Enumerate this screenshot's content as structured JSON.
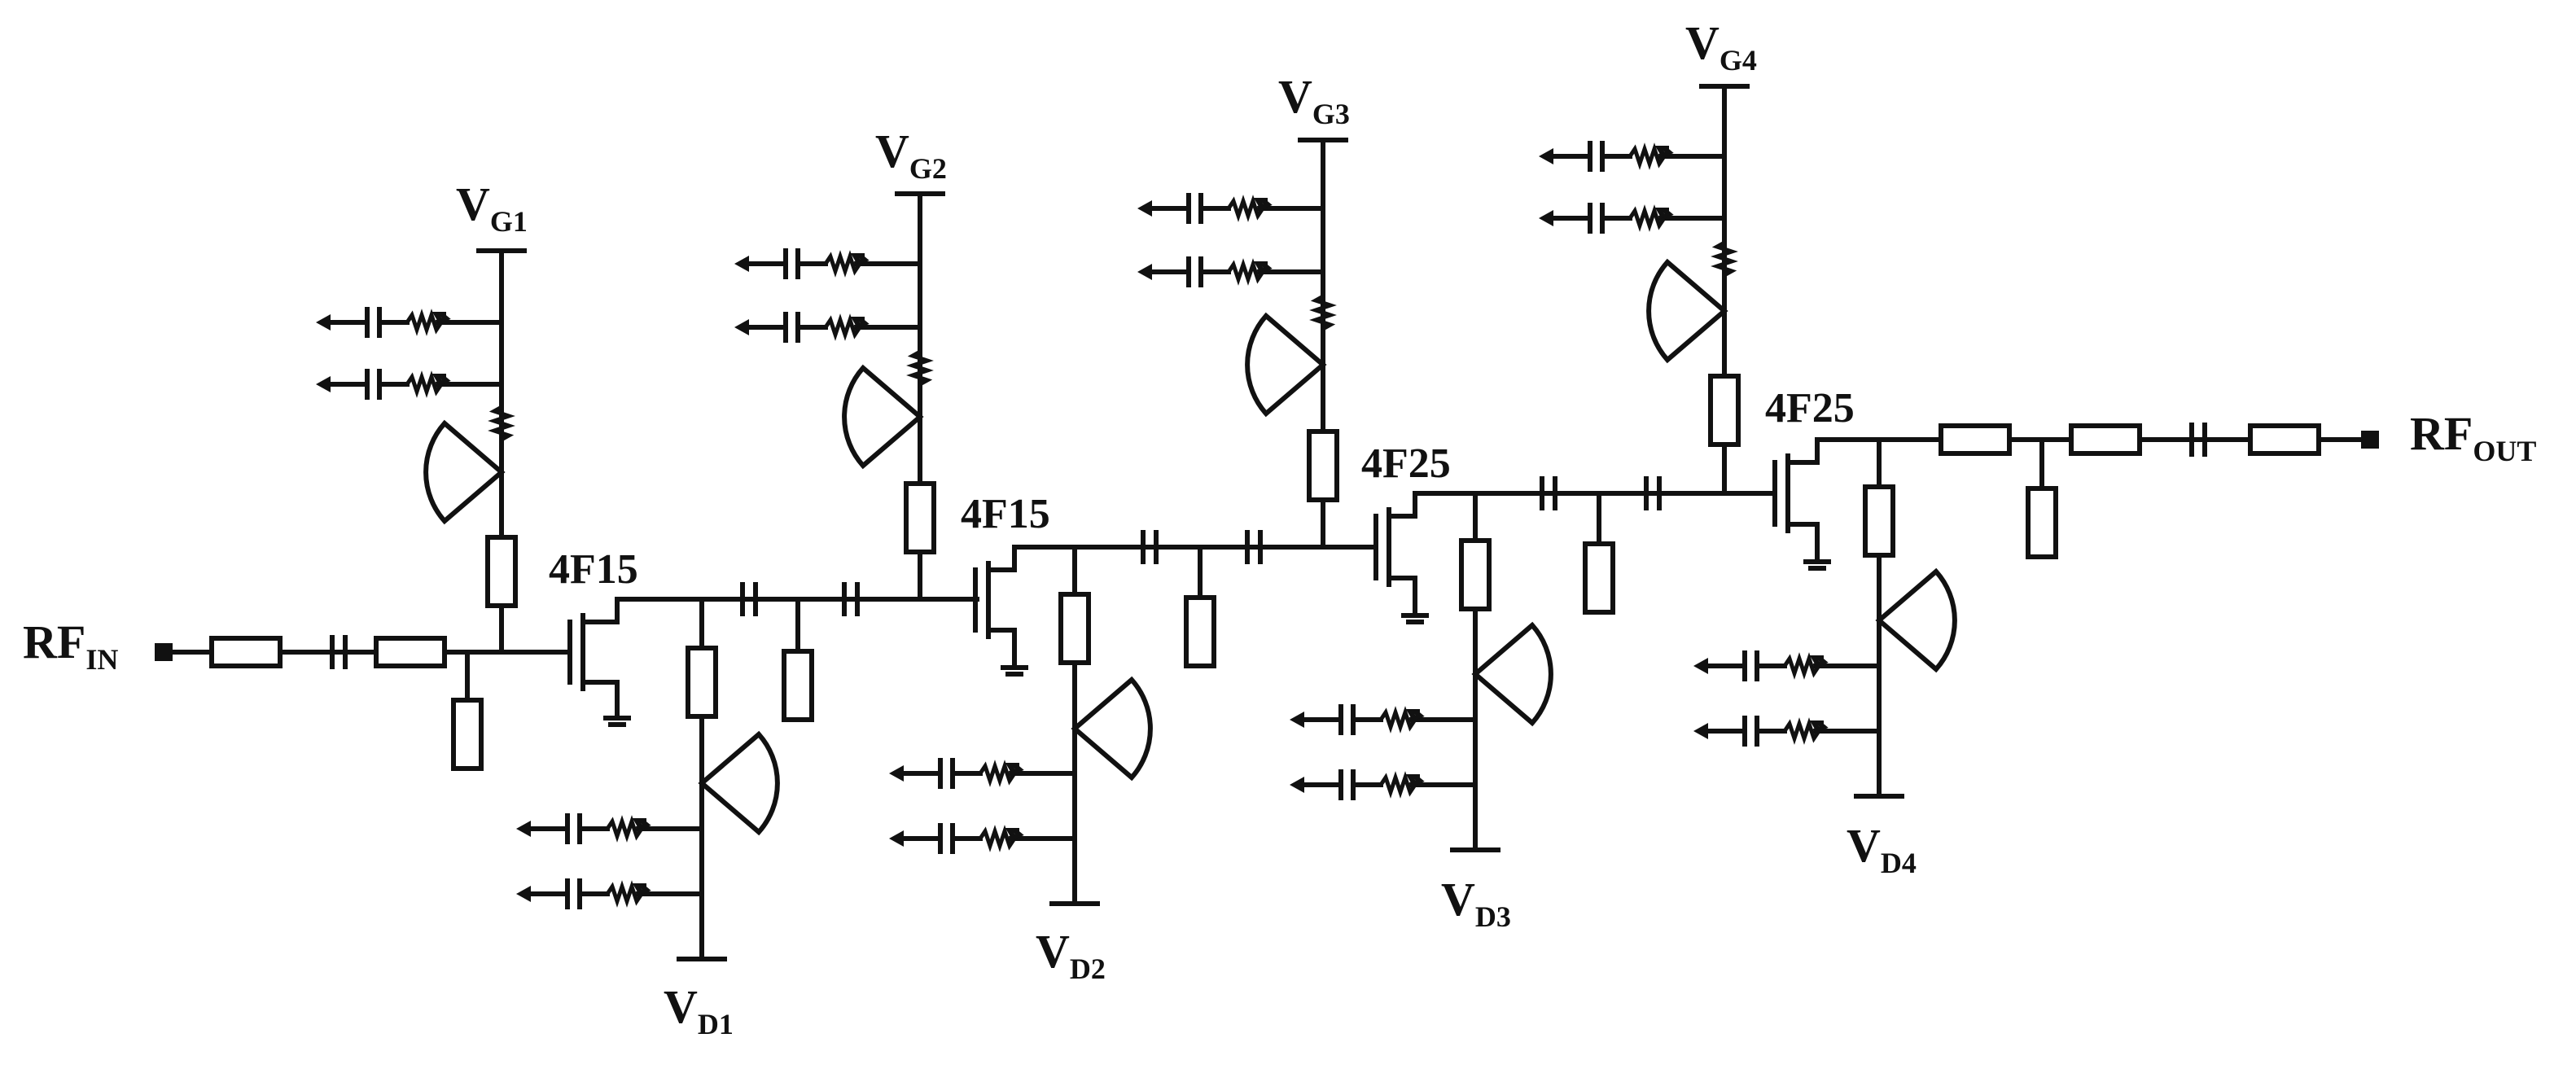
{
  "ports": {
    "input": {
      "main": "RF",
      "sub": "IN"
    },
    "output": {
      "main": "RF",
      "sub": "OUT"
    }
  },
  "stages": [
    {
      "device": "4F15",
      "gate": {
        "main": "V",
        "sub": "G1"
      },
      "drain": {
        "main": "V",
        "sub": "D1"
      }
    },
    {
      "device": "4F15",
      "gate": {
        "main": "V",
        "sub": "G2"
      },
      "drain": {
        "main": "V",
        "sub": "D2"
      }
    },
    {
      "device": "4F25",
      "gate": {
        "main": "V",
        "sub": "G3"
      },
      "drain": {
        "main": "V",
        "sub": "D3"
      }
    },
    {
      "device": "4F25",
      "gate": {
        "main": "V",
        "sub": "G4"
      },
      "drain": {
        "main": "V",
        "sub": "D4"
      }
    }
  ]
}
